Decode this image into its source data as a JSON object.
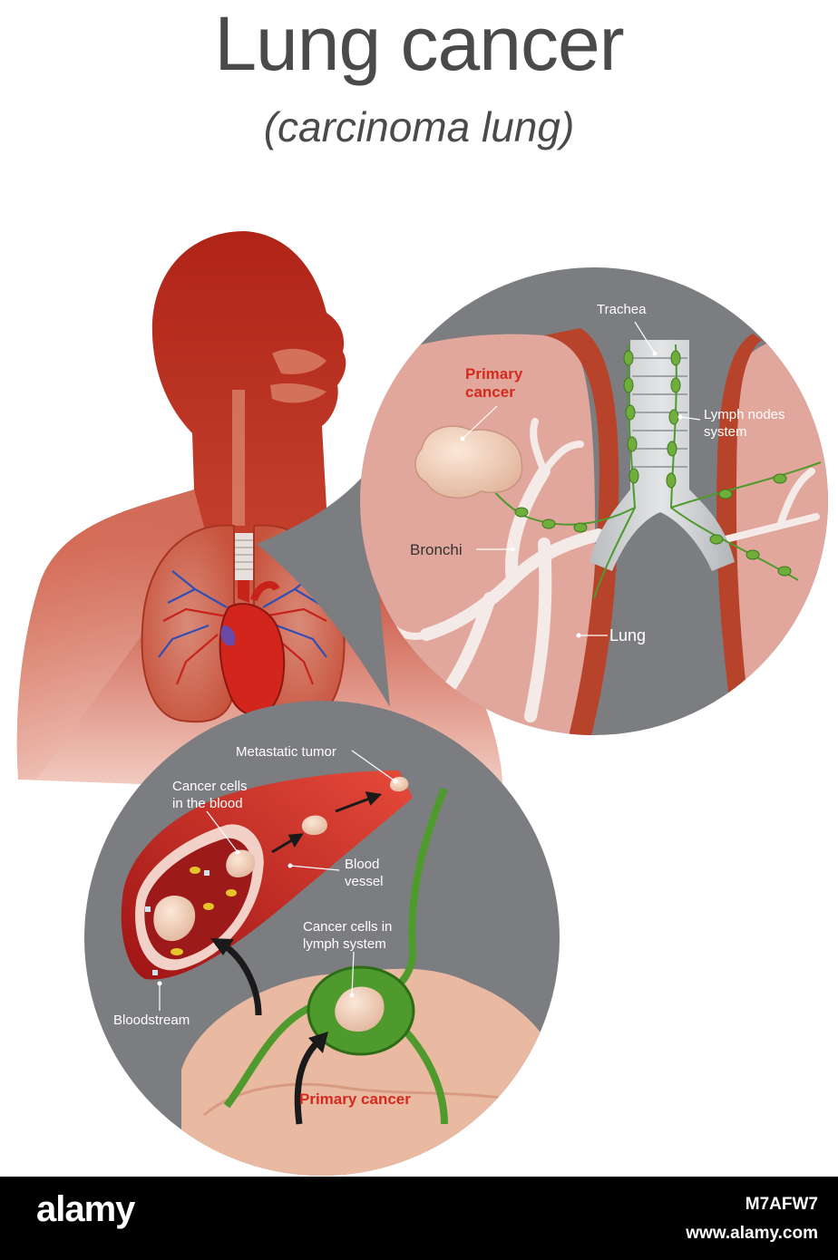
{
  "title": "Lung cancer",
  "subtitle": "(carcinoma lung)",
  "lung_panel": {
    "trachea": "Trachea",
    "primary_cancer_line1": "Primary",
    "primary_cancer_line2": "cancer",
    "lymph_nodes_line1": "Lymph nodes",
    "lymph_nodes_line2": "system",
    "bronchi": "Bronchi",
    "lung": "Lung"
  },
  "spread_panel": {
    "metastatic_tumor": "Metastatic tumor",
    "cells_blood_line1": "Cancer cells",
    "cells_blood_line2": "in the blood",
    "blood_vessel_line1": "Blood",
    "blood_vessel_line2": "vessel",
    "cells_lymph_line1": "Cancer cells in",
    "cells_lymph_line2": "lymph system",
    "bloodstream": "Bloodstream",
    "primary_cancer": "Primary cancer"
  },
  "footer": {
    "brand": "alamy",
    "image_id": "M7AFW7",
    "site": "www.alamy.com"
  },
  "colors": {
    "body_red": "#b52a20",
    "panel_gray": "#7c7d80",
    "cancer_red": "#d42a1e",
    "lymph_green": "#4e9a2d"
  }
}
